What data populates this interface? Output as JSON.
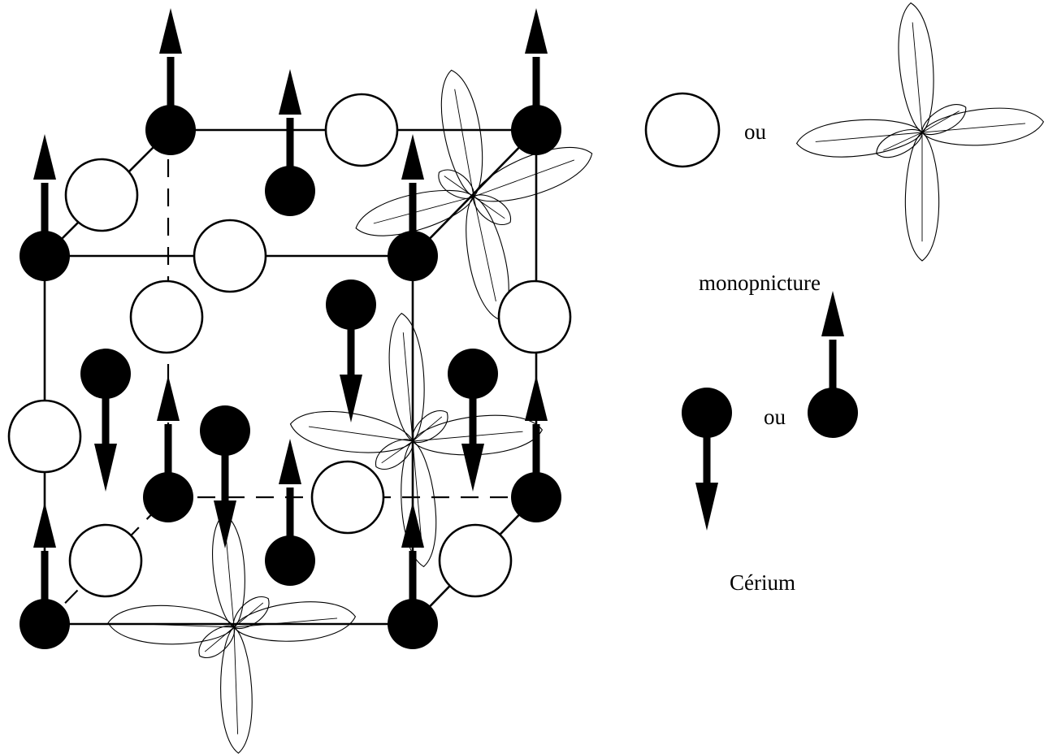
{
  "legend": {
    "pnictide_or": "ou",
    "pnictide_caption": "monopnicture",
    "cerium_or": "ou",
    "cerium_caption": "Cérium"
  },
  "symbols": {
    "pnictide": "open-circle",
    "cerium": "filled-circle-with-spin-arrow",
    "orbital": "four-lobed-cloverleaf"
  },
  "colors": {
    "line": "#000000",
    "background": "#ffffff"
  }
}
